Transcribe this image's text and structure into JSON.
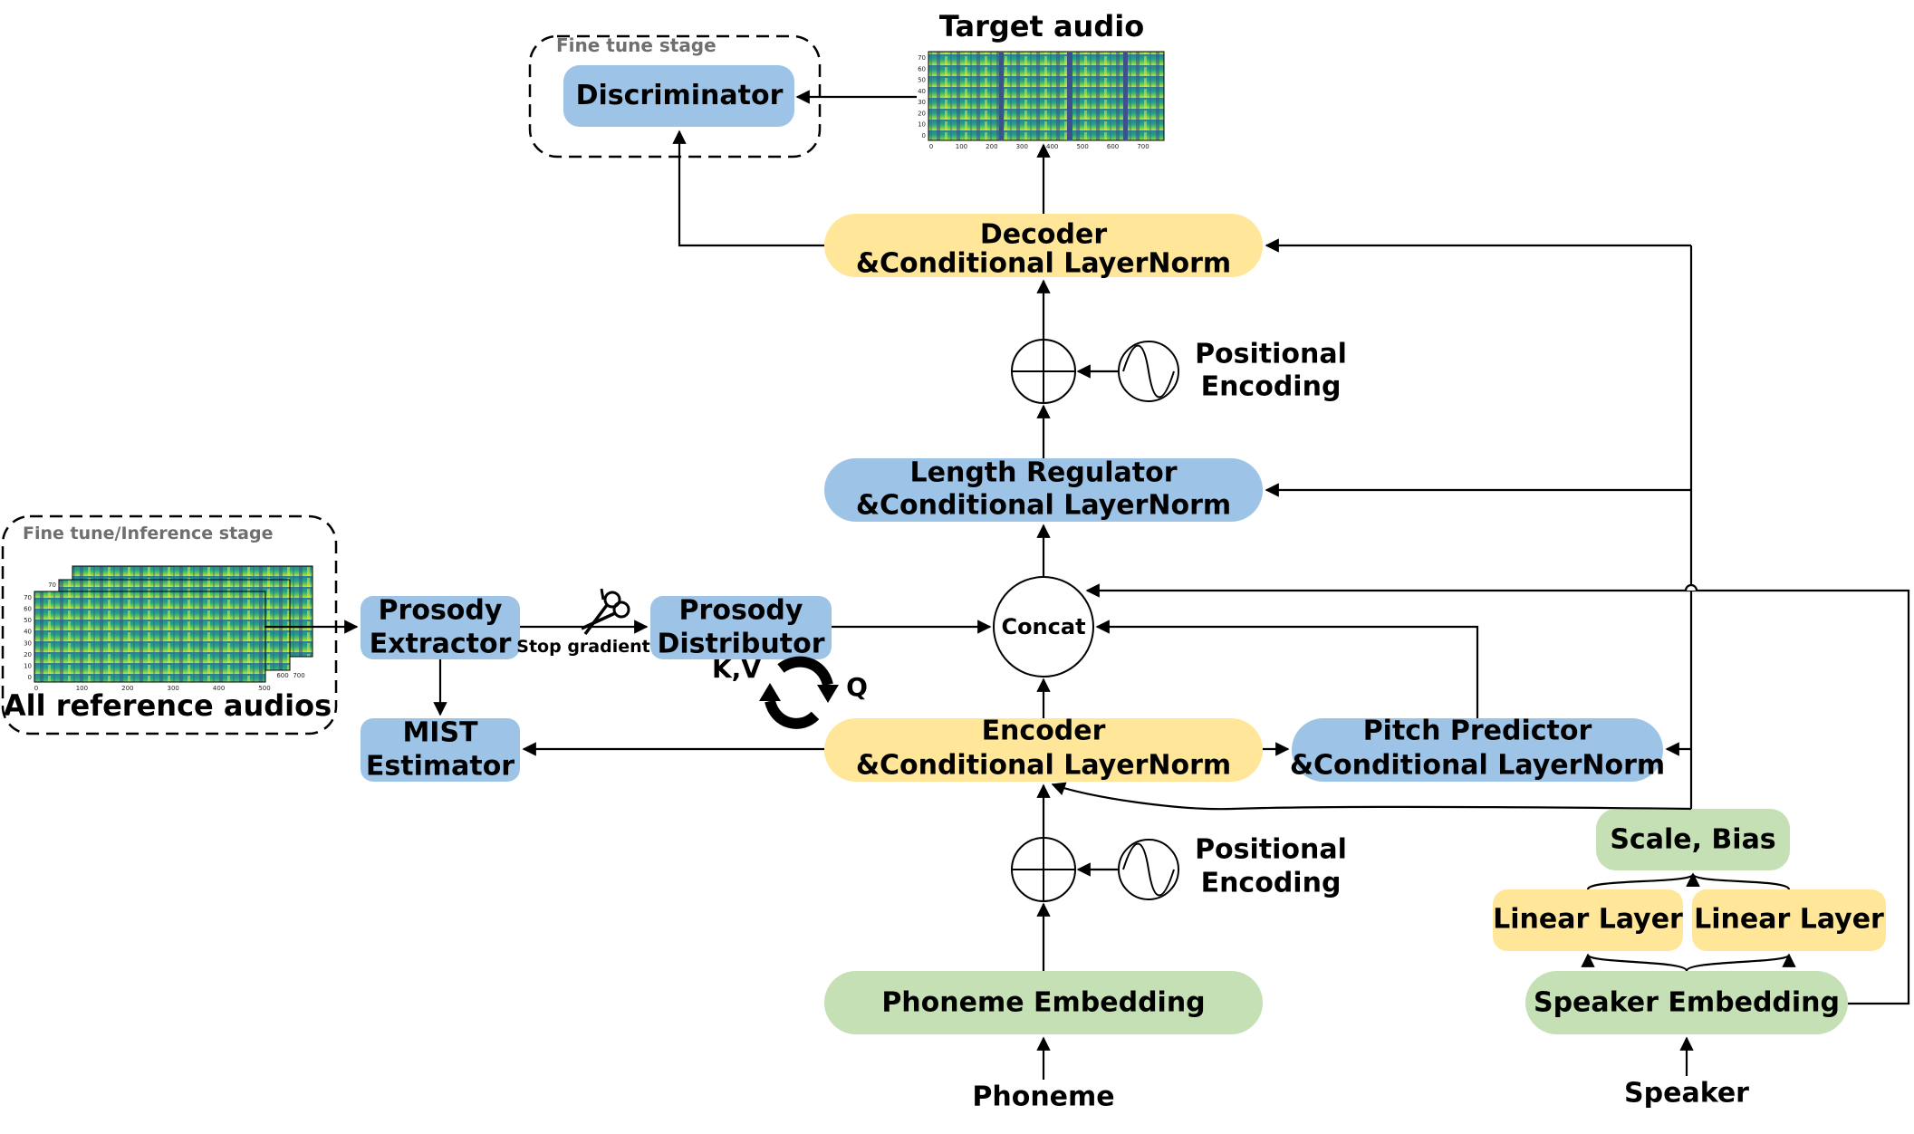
{
  "labels": {
    "target_audio": "Target audio",
    "fine_tune_stage": "Fine tune stage",
    "fine_tune_inference_stage": "Fine tune/Inference stage",
    "all_reference_audios": "All reference audios",
    "stop_gradient": "Stop gradient",
    "kv": "K,V",
    "q": "Q",
    "phoneme": "Phoneme",
    "speaker": "Speaker"
  },
  "blocks": {
    "discriminator": "Discriminator",
    "decoder": [
      "Decoder",
      "&Conditional LayerNorm"
    ],
    "length_regulator": [
      "Length Regulator",
      "&Conditional LayerNorm"
    ],
    "prosody_extractor": [
      "Prosody",
      "Extractor"
    ],
    "prosody_distributor": [
      "Prosody",
      "Distributor"
    ],
    "mist_estimator": [
      "MIST",
      "Estimator"
    ],
    "concat": "Concat",
    "encoder": [
      "Encoder",
      "&Conditional LayerNorm"
    ],
    "pitch_predictor": [
      "Pitch Predictor",
      "&Conditional LayerNorm"
    ],
    "positional_encoding_top": [
      "Positional",
      "Encoding"
    ],
    "positional_encoding_bottom": [
      "Positional",
      "Encoding"
    ],
    "scale_bias": "Scale, Bias",
    "linear_layer_1": "Linear Layer",
    "linear_layer_2": "Linear Layer",
    "phoneme_embedding": "Phoneme Embedding",
    "speaker_embedding": "Speaker Embedding"
  },
  "spectrogram": {
    "target_y_ticks": [
      "70",
      "60",
      "50",
      "40",
      "30",
      "20",
      "10",
      "0"
    ],
    "target_x_ticks": [
      "0",
      "100",
      "200",
      "300",
      "400",
      "500",
      "600",
      "700"
    ],
    "ref_y_ticks": [
      "70",
      "60",
      "50",
      "40",
      "30",
      "20",
      "10",
      "0"
    ],
    "ref_x_ticks": [
      "0",
      "100",
      "200",
      "300",
      "400",
      "500"
    ],
    "ref_back_y_ticks": [
      "70"
    ],
    "ref_back_x_ticks": [
      "600",
      "700"
    ]
  },
  "colors": {
    "blue_block": "#9dc3e6",
    "yellow_block": "#ffe699",
    "green_block": "#c5e0b4",
    "line": "#000000",
    "stage_border": "#000000",
    "stage_text": "#6f6f6f"
  }
}
